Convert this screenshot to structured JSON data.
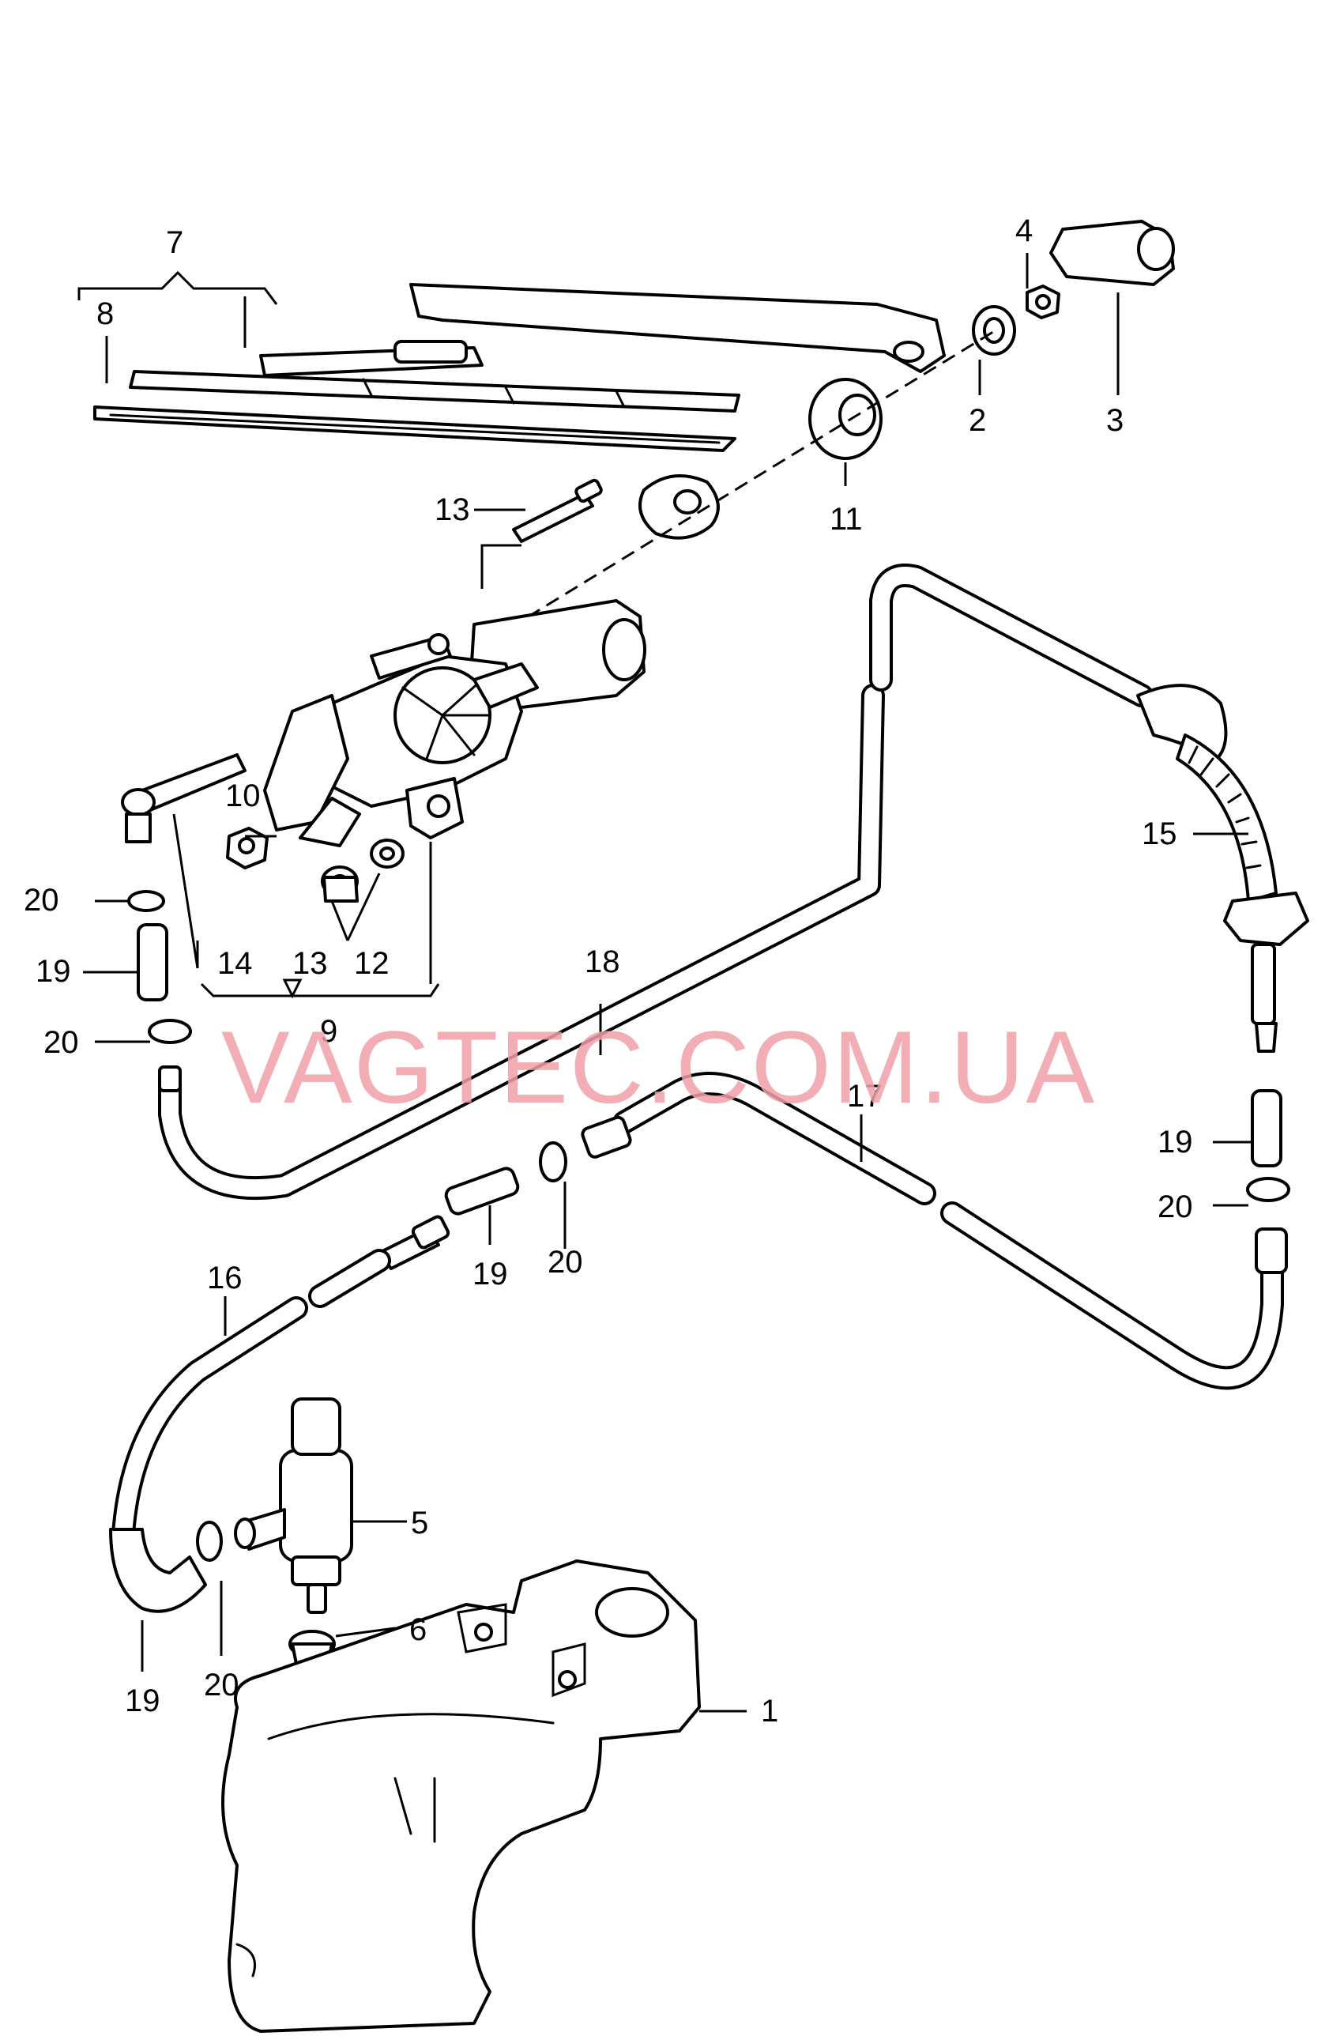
{
  "watermark": "VAGTEC.COM.UA",
  "labels": {
    "l1": "1",
    "l2": "2",
    "l3": "3",
    "l4": "4",
    "l5": "5",
    "l6": "6",
    "l7": "7",
    "l8": "8",
    "l9": "9",
    "l10": "10",
    "l11": "11",
    "l12": "12",
    "l13a": "13",
    "l13b": "13",
    "l14": "14",
    "l15": "15",
    "l16": "16",
    "l17": "17",
    "l18": "18",
    "l19a": "19",
    "l19b": "19",
    "l19c": "19",
    "l19d": "19",
    "l20a": "20",
    "l20b": "20",
    "l20c": "20",
    "l20d": "20",
    "l20e": "20"
  },
  "colors": {
    "line": "#000000",
    "watermark": "#f0a0a8",
    "background": "#ffffff"
  }
}
